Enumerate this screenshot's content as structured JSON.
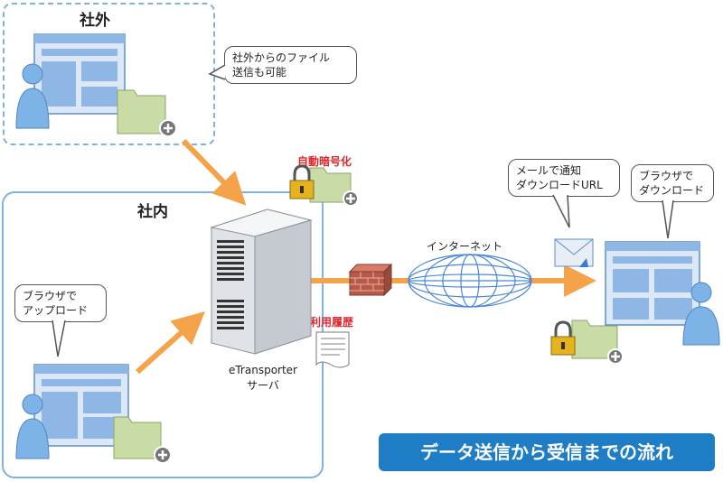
{
  "zones": {
    "external_title": "社外",
    "internal_title": "社内"
  },
  "bubbles": {
    "external_upload_line1": "社外からのファイル",
    "external_upload_line2": "送信も可能",
    "upload_line1": "ブラウザで",
    "upload_line2": "アップロード",
    "notify_line1": "メールで通知",
    "notify_line2": "ダウンロードURL",
    "download_line1": "ブラウザで",
    "download_line2": "ダウンロード"
  },
  "labels": {
    "auto_encrypt": "自動暗号化",
    "usage_history": "利用履歴",
    "internet": "インターネット",
    "server_line1": "eTransporter",
    "server_line2": "サーバ"
  },
  "banner": "データ送信から受信までの流れ",
  "colors": {
    "arrow": "#f5a34a",
    "zone_border": "#7fb3db",
    "banner_bg": "#1f7dc6",
    "red_label": "#e0262c",
    "folder": "#c9dca6",
    "window": "#8fb7e6",
    "person": "#6ea9e0"
  },
  "icons": [
    "person-icon",
    "window-icon",
    "folder-icon",
    "plus-icon",
    "padlock-icon",
    "server-icon",
    "firewall-icon",
    "globe-icon",
    "mail-icon",
    "document-icon"
  ]
}
